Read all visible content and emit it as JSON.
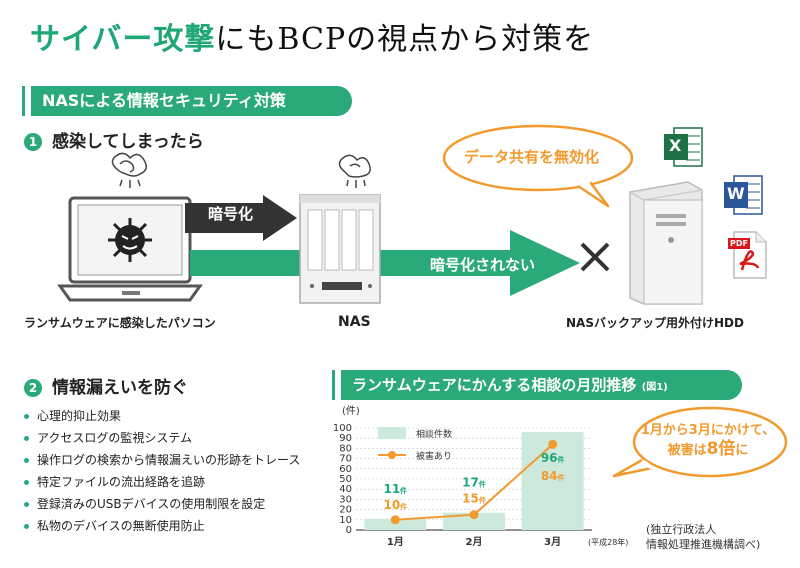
{
  "title": {
    "part1": "サイバー攻撃",
    "part2": "にもBCPの視点から対策を"
  },
  "section1": {
    "label": "NASによる情報セキュリティ対策",
    "step1": {
      "number": "1",
      "label": "感染してしまったら"
    },
    "arrow_encrypt": "暗号化",
    "arrow_not_encrypted": "暗号化されない",
    "bubble": "データ共有を無効化",
    "pc_caption": "ランサムウェアに感染したパソコン",
    "nas_caption": "NAS",
    "hdd_caption": "NASバックアップ用外付けHDD",
    "icons": {
      "excel": "X",
      "word": "W",
      "pdf": "PDF"
    }
  },
  "section2": {
    "step2": {
      "number": "2",
      "label": "情報漏えいを防ぐ"
    },
    "bullets": [
      "心理的抑止効果",
      "アクセスログの監視システム",
      "操作ログの検索から情報漏えいの形跡をトレース",
      "特定ファイルの流出経路を追跡",
      "登録済みのUSBデバイスの使用制限を設定",
      "私物のデバイスの無断使用防止"
    ]
  },
  "chart_section": {
    "label": "ランサムウェアにかんする相談の月別推移",
    "fig": "(図1)",
    "callout_line1": "1月から3月にかけて、",
    "callout_line2a": "被害は",
    "callout_line2b": "8倍",
    "callout_line2c": "に",
    "source_line1": "(独立行政法人",
    "source_line2": "情報処理推進機構調べ)"
  },
  "chart_data": {
    "type": "bar",
    "categories": [
      "1月",
      "2月",
      "3月"
    ],
    "x_note": "(平成28年)",
    "ylabel": "(件)",
    "ylim": [
      0,
      100
    ],
    "yticks": [
      0,
      10,
      20,
      30,
      40,
      50,
      60,
      70,
      80,
      90,
      100
    ],
    "series": [
      {
        "name": "相談件数",
        "type": "bar",
        "values": [
          11,
          17,
          96
        ],
        "color": "#cde9dc",
        "label_color": "#1fa874"
      },
      {
        "name": "被害あり",
        "type": "line",
        "values": [
          10,
          15,
          84
        ],
        "color": "#f29a2e",
        "label_color": "#f29a2e"
      }
    ],
    "value_suffix": "件"
  },
  "colors": {
    "green": "#2aaa78",
    "orange": "#f29a2e",
    "dark": "#333333"
  }
}
